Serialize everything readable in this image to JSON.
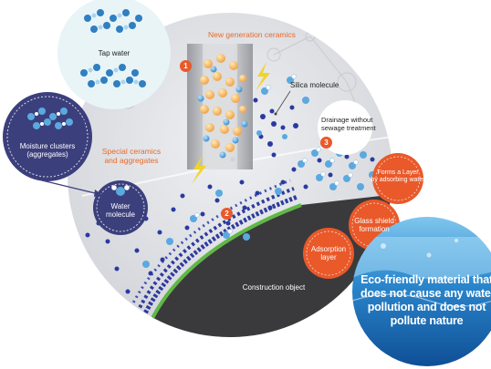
{
  "labels": {
    "tap_water": "Tap water",
    "new_generation_ceramics": "New generation ceramics",
    "silica_molecule": "Silica molecule",
    "drainage_line1": "Drainage without",
    "drainage_line2": "sewage treatment",
    "moisture_line1": "Moisture clusters",
    "moisture_line2": "(aggregates)",
    "special_line1": "Special ceramics",
    "special_line2": "and aggregates",
    "water_line1": "Water",
    "water_line2": "molecule",
    "forms_line1": "Forms a Layer",
    "forms_line2": "by adsorbing water",
    "glass_line1": "Glass shield",
    "glass_line2": "formation",
    "adsorption_line1": "Adsorption",
    "adsorption_line2": "layer",
    "construction": "Construction object",
    "eco_line1": "Eco-friendly material that",
    "eco_line2": "does not cause any water",
    "eco_line3": "pollution and does not",
    "eco_line4": "pollute nature"
  },
  "steps": [
    "1",
    "2",
    "3"
  ],
  "colors": {
    "orange": "#e9592a",
    "navy": "#3b3f7c",
    "blue_dot": "#2b3aa0",
    "water_blue": "#1f7fc6",
    "light_blue": "#5aa9df",
    "gray_circle": "#dcdde1"
  }
}
